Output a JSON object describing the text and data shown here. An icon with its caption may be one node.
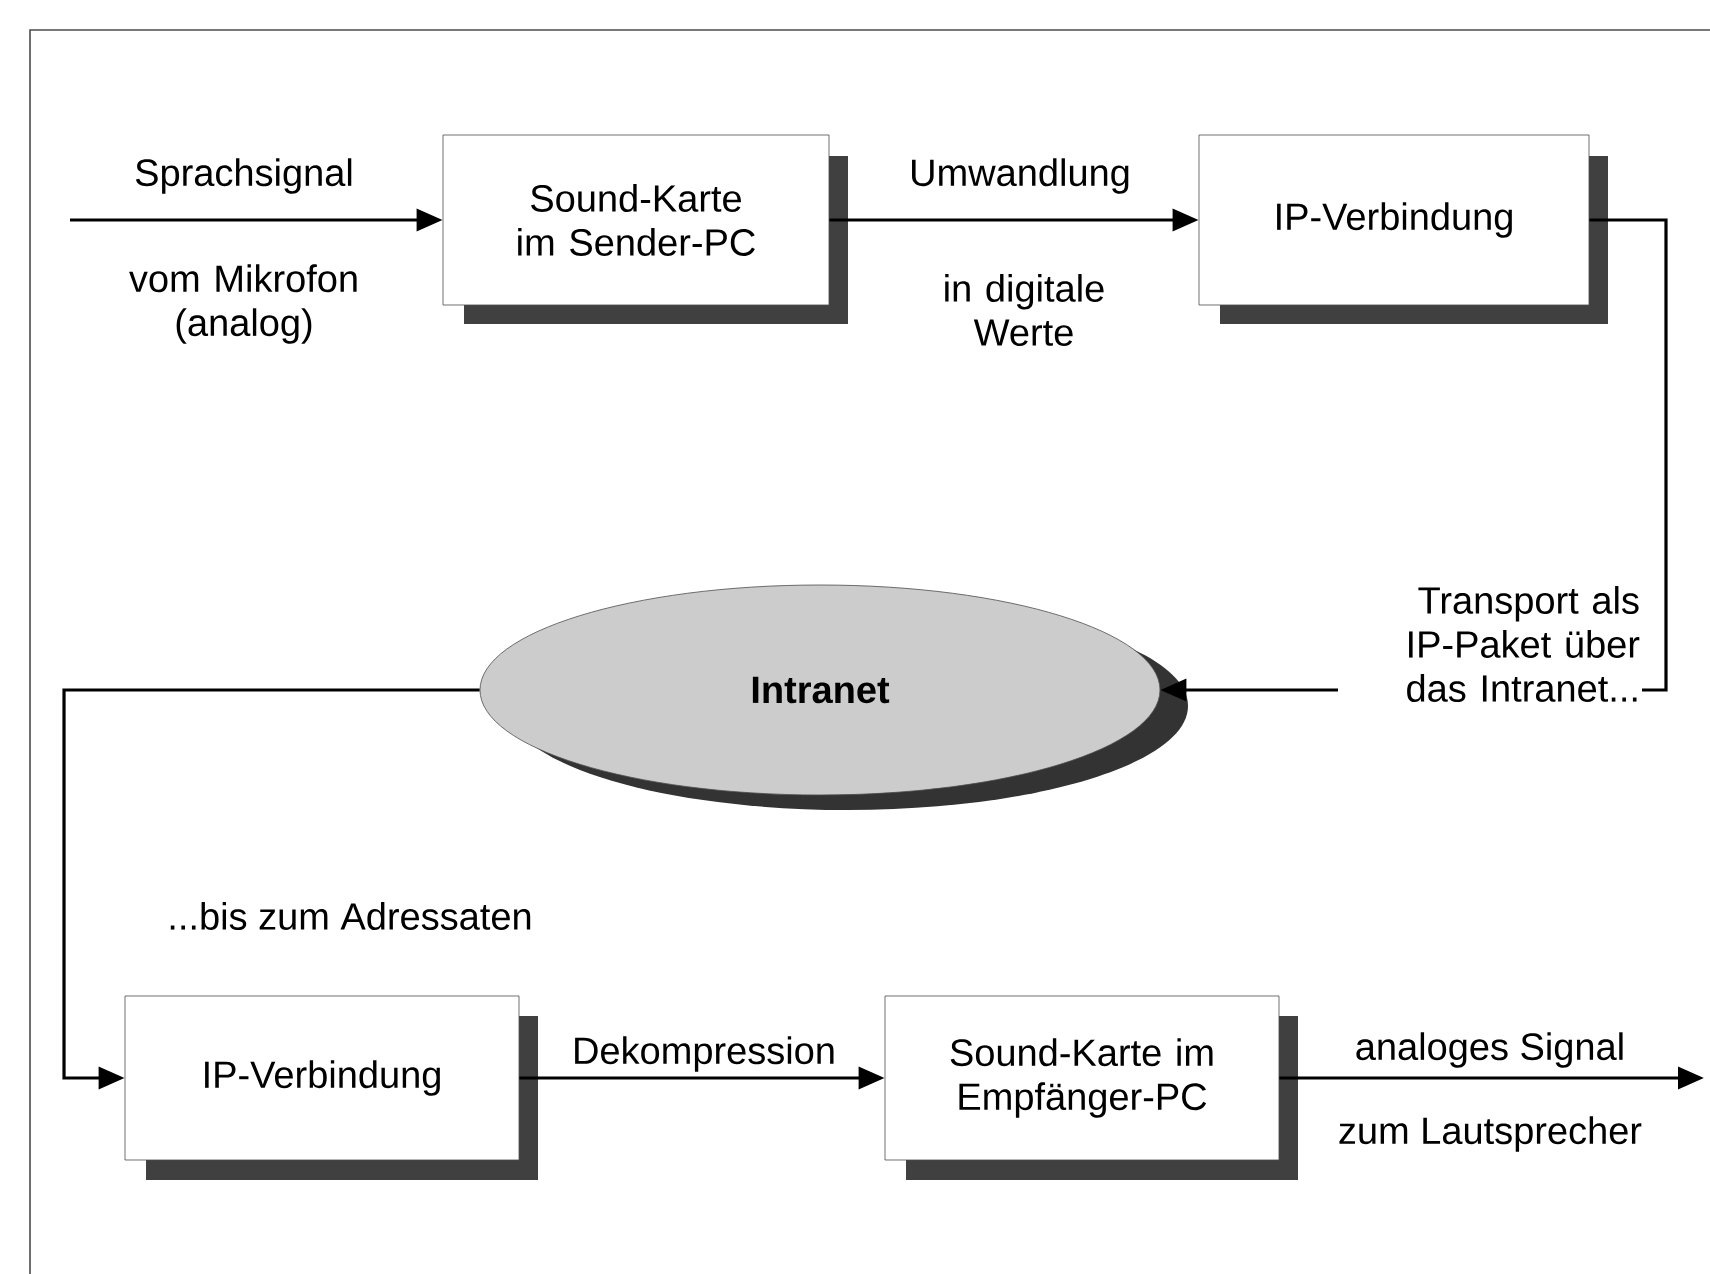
{
  "diagram": {
    "nodes": [
      {
        "text": [
          "Sound-Karte im Sender-PC"
        ]
      },
      {
        "text": [
          "IP-Verbindung"
        ]
      },
      {
        "text": [
          "Intranet"
        ]
      },
      {
        "text": [
          "IP-Verbindung"
        ]
      },
      {
        "text": [
          "Sound-Karte im Empfänger-PC"
        ]
      }
    ],
    "edges": [
      {
        "from": null,
        "to": 0,
        "arrow": "to",
        "label": "Sprachsignal"
      },
      {
        "from": 0,
        "to": 1,
        "arrow": "to",
        "label": "Umwandlung"
      },
      {
        "from": 1,
        "to": 2,
        "arrow": "to",
        "label": "Transport als IP-Paket über das Intranet..."
      },
      {
        "from": 2,
        "to": 3,
        "arrow": "to",
        "label": "...bis zum Adressaten"
      },
      {
        "from": 3,
        "to": 4,
        "arrow": "to",
        "label": "Dekompression"
      },
      {
        "from": 4,
        "to": null,
        "arrow": "to",
        "label": "analoges Signal"
      }
    ],
    "labels": [
      "vom Mikrofon (analog)",
      "in digitale Werte",
      "zum Lautsprecher"
    ]
  }
}
